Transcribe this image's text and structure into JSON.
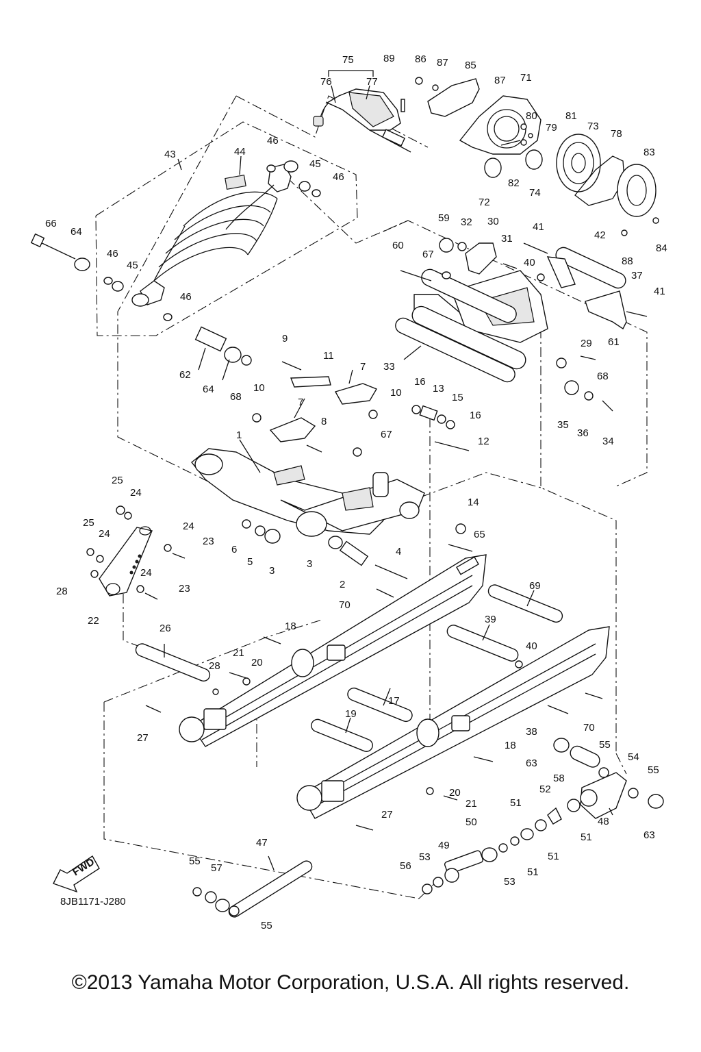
{
  "diagram": {
    "id_code": "8JB1171-J280",
    "direction_label": "FWD",
    "copyright": "©2013 Yamaha Motor Corporation, U.S.A. All rights reserved."
  },
  "callouts": [
    {
      "n": "75"
    },
    {
      "n": "89"
    },
    {
      "n": "86"
    },
    {
      "n": "87"
    },
    {
      "n": "85"
    },
    {
      "n": "76"
    },
    {
      "n": "77"
    },
    {
      "n": "87"
    },
    {
      "n": "71"
    },
    {
      "n": "80"
    },
    {
      "n": "79"
    },
    {
      "n": "81"
    },
    {
      "n": "73"
    },
    {
      "n": "78"
    },
    {
      "n": "83"
    },
    {
      "n": "82"
    },
    {
      "n": "74"
    },
    {
      "n": "72"
    },
    {
      "n": "84"
    },
    {
      "n": "88"
    },
    {
      "n": "43"
    },
    {
      "n": "44"
    },
    {
      "n": "46"
    },
    {
      "n": "45"
    },
    {
      "n": "46"
    },
    {
      "n": "66"
    },
    {
      "n": "64"
    },
    {
      "n": "46"
    },
    {
      "n": "45"
    },
    {
      "n": "46"
    },
    {
      "n": "59"
    },
    {
      "n": "32"
    },
    {
      "n": "30"
    },
    {
      "n": "41"
    },
    {
      "n": "42"
    },
    {
      "n": "60"
    },
    {
      "n": "67"
    },
    {
      "n": "31"
    },
    {
      "n": "40"
    },
    {
      "n": "37"
    },
    {
      "n": "41"
    },
    {
      "n": "29"
    },
    {
      "n": "61"
    },
    {
      "n": "68"
    },
    {
      "n": "62"
    },
    {
      "n": "64"
    },
    {
      "n": "68"
    },
    {
      "n": "9"
    },
    {
      "n": "11"
    },
    {
      "n": "7"
    },
    {
      "n": "33"
    },
    {
      "n": "16"
    },
    {
      "n": "13"
    },
    {
      "n": "15"
    },
    {
      "n": "16"
    },
    {
      "n": "10"
    },
    {
      "n": "10"
    },
    {
      "n": "7"
    },
    {
      "n": "8"
    },
    {
      "n": "35"
    },
    {
      "n": "36"
    },
    {
      "n": "34"
    },
    {
      "n": "67"
    },
    {
      "n": "12"
    },
    {
      "n": "1"
    },
    {
      "n": "25"
    },
    {
      "n": "24"
    },
    {
      "n": "25"
    },
    {
      "n": "24"
    },
    {
      "n": "24"
    },
    {
      "n": "23"
    },
    {
      "n": "6"
    },
    {
      "n": "5"
    },
    {
      "n": "3"
    },
    {
      "n": "3"
    },
    {
      "n": "14"
    },
    {
      "n": "65"
    },
    {
      "n": "4"
    },
    {
      "n": "2"
    },
    {
      "n": "24"
    },
    {
      "n": "28"
    },
    {
      "n": "23"
    },
    {
      "n": "22"
    },
    {
      "n": "70"
    },
    {
      "n": "69"
    },
    {
      "n": "39"
    },
    {
      "n": "40"
    },
    {
      "n": "26"
    },
    {
      "n": "18"
    },
    {
      "n": "21"
    },
    {
      "n": "20"
    },
    {
      "n": "28"
    },
    {
      "n": "17"
    },
    {
      "n": "27"
    },
    {
      "n": "19"
    },
    {
      "n": "38"
    },
    {
      "n": "70"
    },
    {
      "n": "18"
    },
    {
      "n": "55"
    },
    {
      "n": "54"
    },
    {
      "n": "55"
    },
    {
      "n": "63"
    },
    {
      "n": "58"
    },
    {
      "n": "52"
    },
    {
      "n": "48"
    },
    {
      "n": "63"
    },
    {
      "n": "51"
    },
    {
      "n": "51"
    },
    {
      "n": "20"
    },
    {
      "n": "21"
    },
    {
      "n": "27"
    },
    {
      "n": "50"
    },
    {
      "n": "51"
    },
    {
      "n": "47"
    },
    {
      "n": "49"
    },
    {
      "n": "53"
    },
    {
      "n": "56"
    },
    {
      "n": "53"
    },
    {
      "n": "51"
    },
    {
      "n": "55"
    },
    {
      "n": "57"
    },
    {
      "n": "55"
    }
  ]
}
